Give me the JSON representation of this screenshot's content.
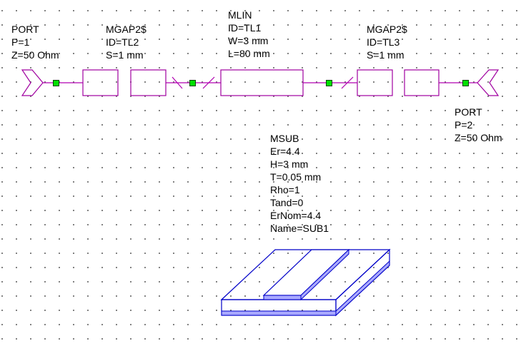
{
  "colors": {
    "wire": "#b000b0",
    "element": "#a000a0",
    "node": "#00e000",
    "substrate": "#0000c8",
    "grid": "#6e6e6e",
    "background": "#ffffff"
  },
  "port1": {
    "name": "PORT",
    "p": "P=1",
    "z": "Z=50 Ohm"
  },
  "gap1": {
    "name": "MGAP2$",
    "id": "ID=TL2",
    "s": "S=1 mm"
  },
  "mlin": {
    "name": "MLIN",
    "id": "ID=TL1",
    "w": "W=3 mm",
    "l": "L=80 mm"
  },
  "gap2": {
    "name": "MGAP2$",
    "id": "ID=TL3",
    "s": "S=1 mm"
  },
  "port2": {
    "name": "PORT",
    "p": "P=2",
    "z": "Z=50 Ohm"
  },
  "msub": {
    "name": "MSUB",
    "er": "Er=4.4",
    "h": "H=3 mm",
    "t": "T=0.05 mm",
    "rho": "Rho=1",
    "tand": "Tand=0",
    "ernom": "ErNom=4.4",
    "sub_name": "Name=SUB1"
  }
}
